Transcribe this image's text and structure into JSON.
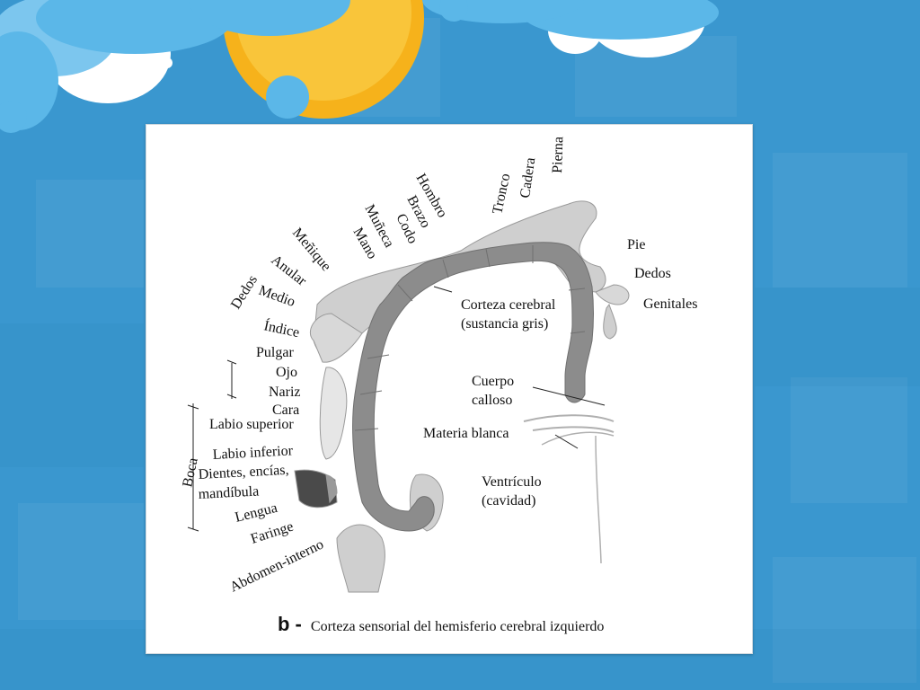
{
  "colors": {
    "background": "#3a97cf",
    "sun": "#f6b21b",
    "cloud": "#5bb7e8",
    "gray_matter": "#8c8c8c",
    "body_shape": "#cfcfcf"
  },
  "diagram": {
    "caption_letter": "b -",
    "caption_text": "Corteza sensorial del hemisferio cerebral izquierdo",
    "labels": {
      "pierna": "Pierna",
      "cadera": "Cadera",
      "tronco": "Tronco",
      "hombro": "Hombro",
      "brazo": "Brazo",
      "codo": "Codo",
      "muneca": "Muñeca",
      "mano": "Mano",
      "menique": "Meñique",
      "anular": "Anular",
      "medio": "Medio",
      "dedos_mano": "Dedos",
      "indice": "Índice",
      "pulgar": "Pulgar",
      "ojo": "Ojo",
      "nariz": "Nariz",
      "cara": "Cara",
      "labio_superior": "Labio superior",
      "labio_inferior": "Labio inferior",
      "dientes": "Dientes, encías,",
      "mandibula": "mandíbula",
      "boca": "Boca",
      "lengua": "Lengua",
      "faringe": "Faringe",
      "abdomen": "Abdomen-interno",
      "pie": "Pie",
      "dedos_pie": "Dedos",
      "genitales": "Genitales",
      "corteza_1": "Corteza cerebral",
      "corteza_2": "(sustancia gris)",
      "cuerpo_1": "Cuerpo",
      "cuerpo_2": "calloso",
      "materia": "Materia blanca",
      "ventriculo_1": "Ventrículo",
      "ventriculo_2": "(cavidad)"
    }
  }
}
